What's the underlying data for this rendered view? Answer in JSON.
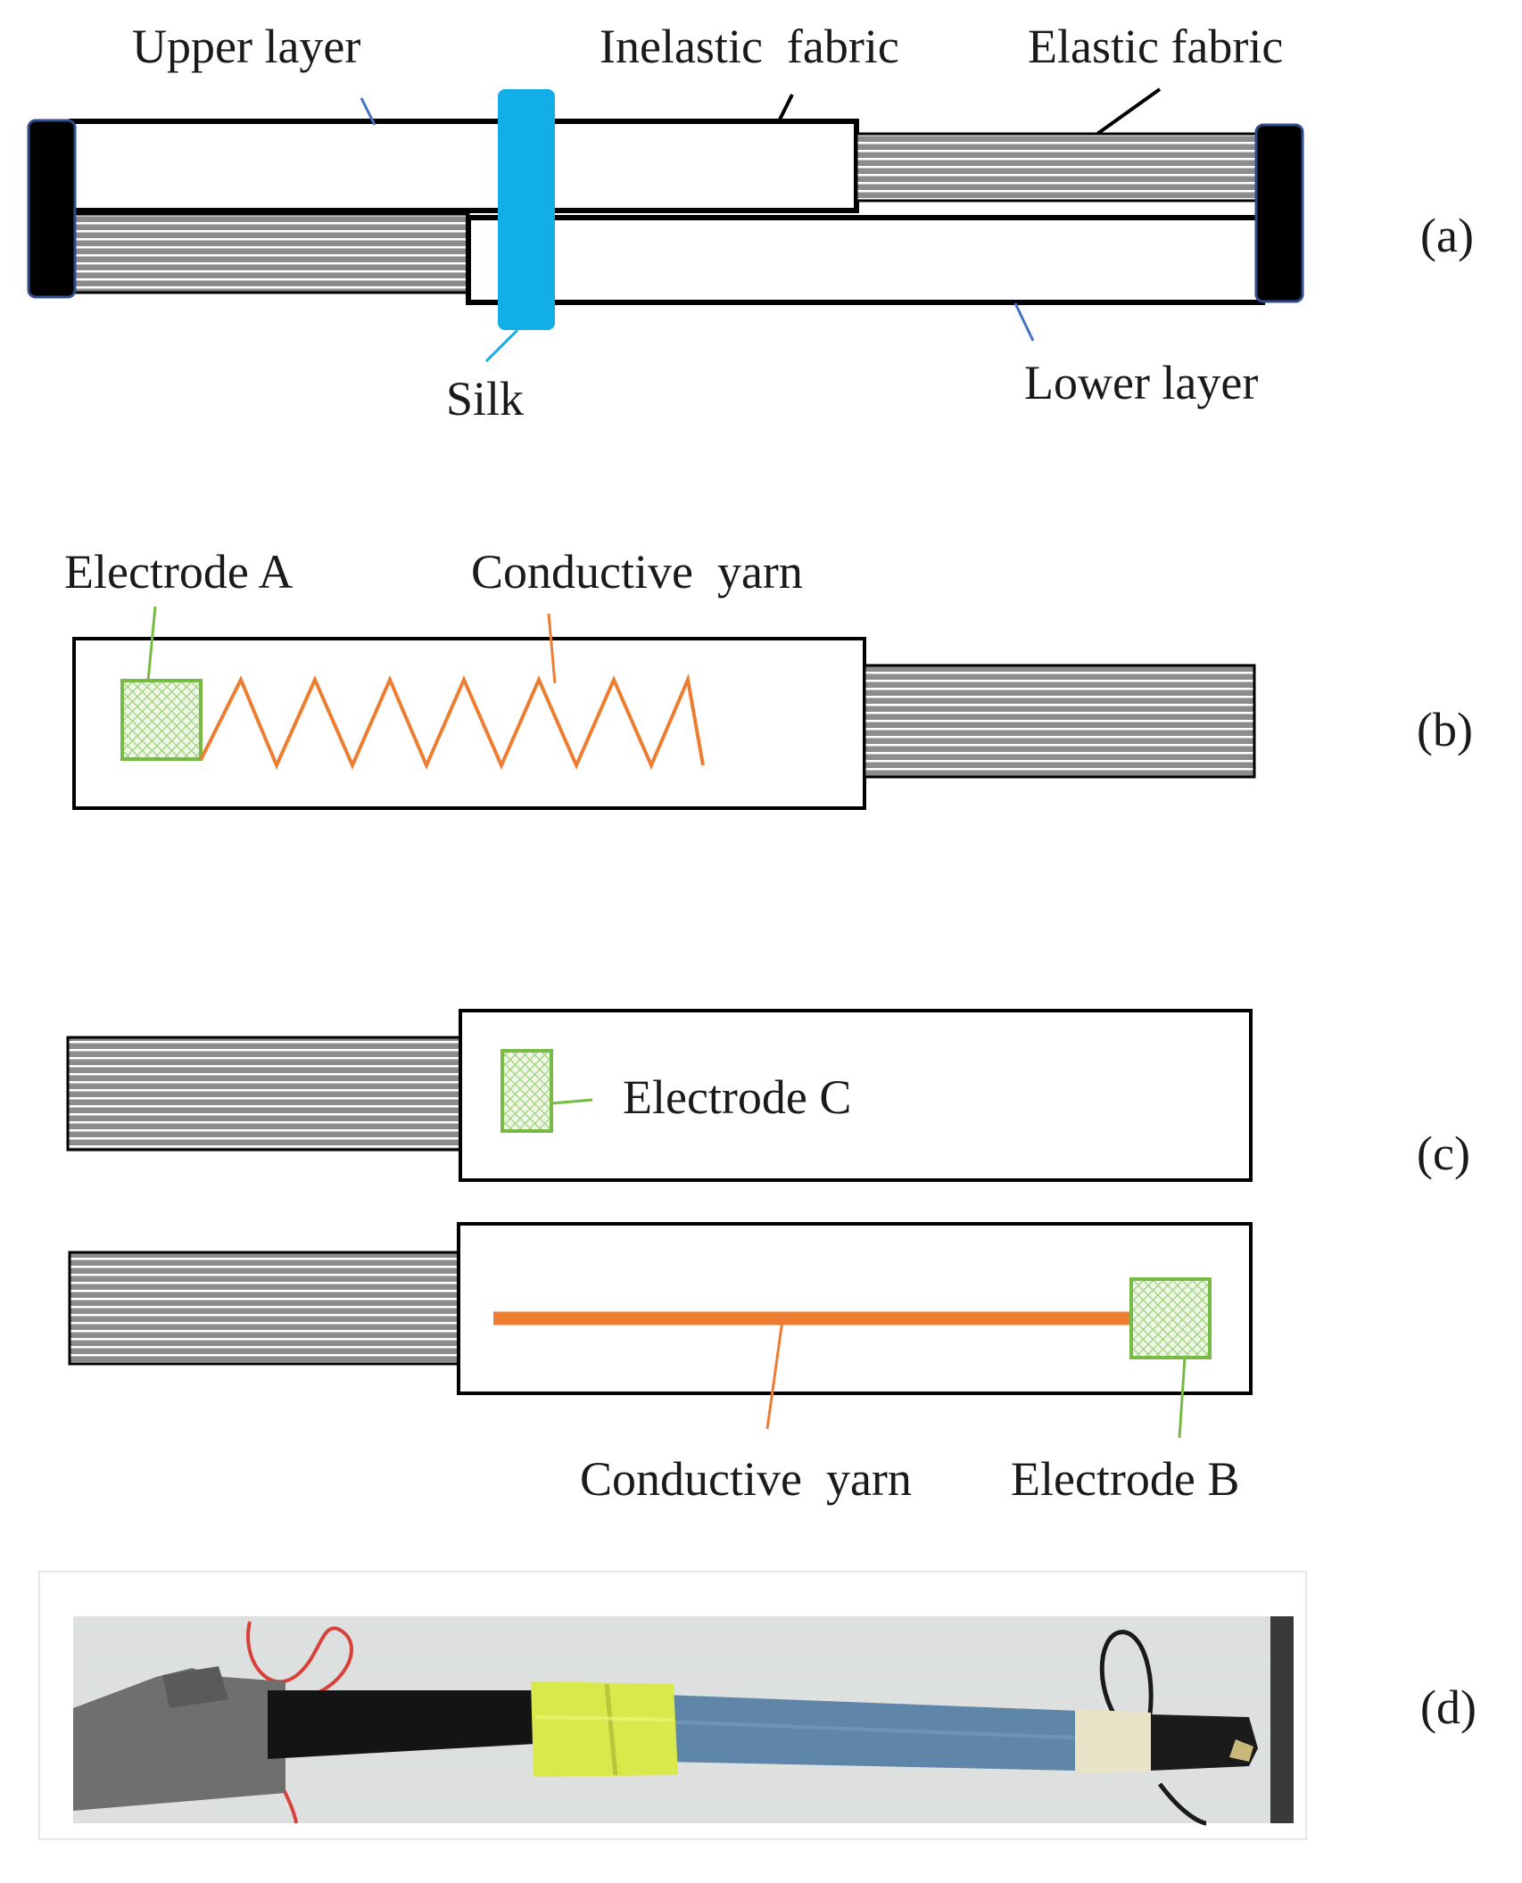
{
  "colors": {
    "outline": "#000000",
    "elastic_fill": "#8c8c8c",
    "elastic_stripe": "#ffffff",
    "silk": "#12aee8",
    "electrode_border": "#77bb44",
    "electrode_fill": "#eef7e6",
    "conductive_yarn": "#ed7d31",
    "leader_blue": "#4472c4",
    "end_clamp": "#000000"
  },
  "panel_a": {
    "label": "(a)",
    "upper_layer": "Upper layer",
    "inelastic_fabric": "Inelastic  fabric",
    "elastic_fabric": "Elastic fabric",
    "silk": "Silk",
    "lower_layer": "Lower layer"
  },
  "panel_b": {
    "label": "(b)",
    "electrode_a": "Electrode A",
    "conductive_yarn": "Conductive  yarn"
  },
  "panel_c": {
    "label": "(c)",
    "electrode_c": "Electrode C",
    "conductive_yarn": "Conductive  yarn",
    "electrode_b": "Electrode B"
  },
  "panel_d": {
    "label": "(d)",
    "photo_colors": {
      "background": "#e6e6e4",
      "grey_fabric": "#6f6f6f",
      "black_band": "#141414",
      "silk_band": "#d9e84a",
      "blue_band": "#5f86a8",
      "tape": "#e9e4c8",
      "red_wire": "#d8403a"
    }
  }
}
